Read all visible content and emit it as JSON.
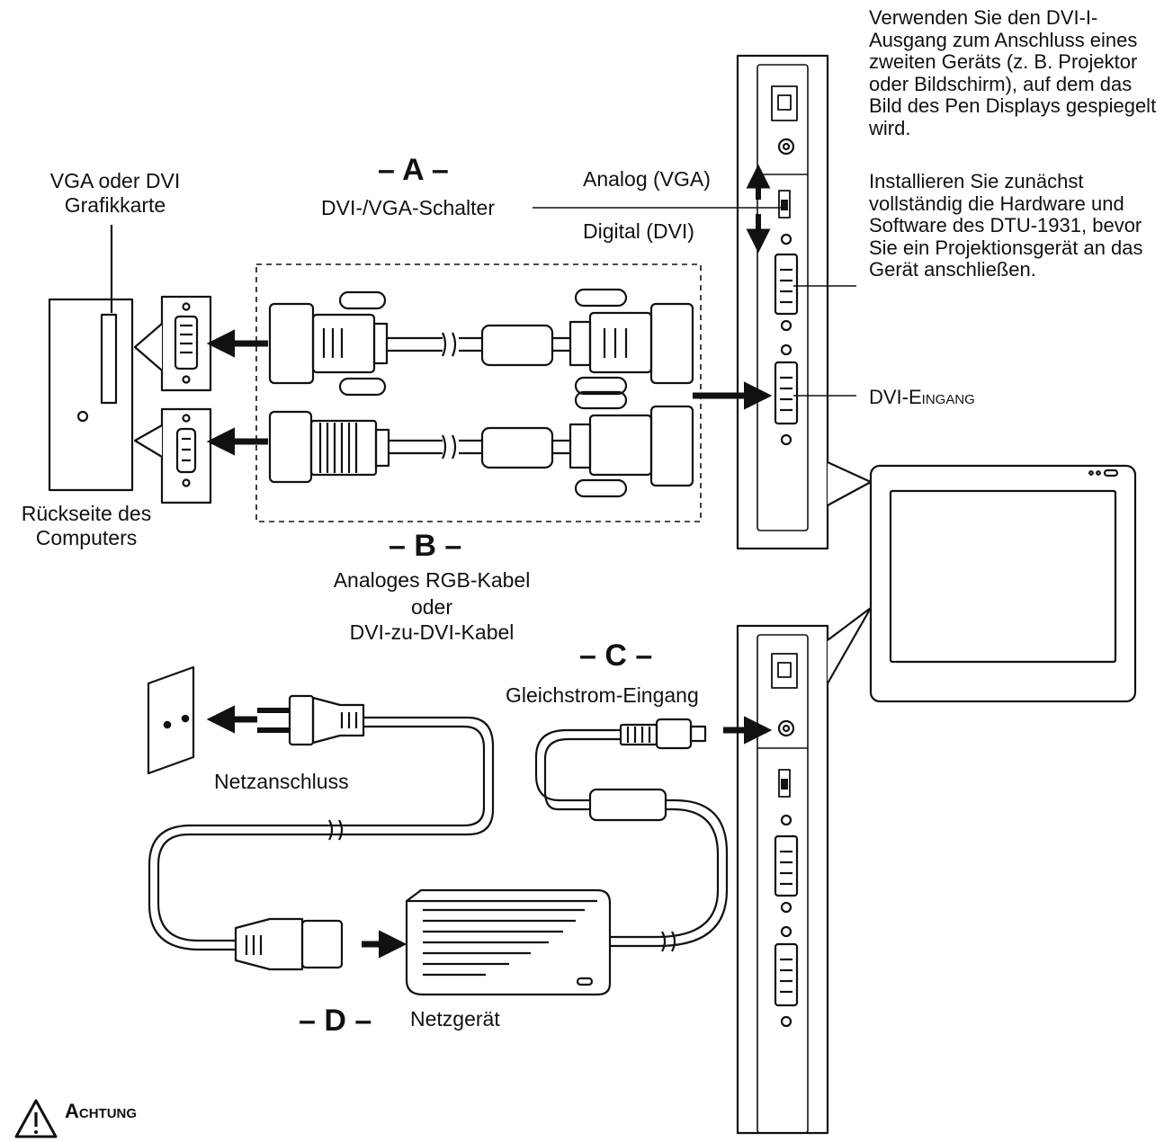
{
  "labels": {
    "section_a": "– A –",
    "section_b": "– B –",
    "section_c": "– C –",
    "section_d": "– D –",
    "vga_dvi_card": "VGA oder DVI Grafikkarte",
    "dvi_vga_switch": "DVI-/VGA-Schalter",
    "analog_vga": "Analog (VGA)",
    "digital_dvi": "Digital (DVI)",
    "computer_back": "Rückseite des Computers",
    "cable_line1": "Analoges RGB-Kabel",
    "cable_line2": "oder",
    "cable_line3": "DVI-zu-DVI-Kabel",
    "dc_input": "Gleichstrom-Eingang",
    "mains_outlet": "Netzanschluss",
    "power_supply": "Netzgerät",
    "dvi_input": "DVI-Eingang",
    "caution": "Achtung"
  },
  "notes": {
    "dvi_output": "Verwenden Sie den DVI-I-Ausgang zum Anschluss eines zweiten Geräts (z. B. Projektor oder Bildschirm), auf dem das Bild des Pen Displays gespiegelt wird.",
    "install_first": "Installieren Sie zunächst vollständig die Hardware und Software des DTU-1931, bevor Sie ein Projektionsgerät an das Gerät anschließen."
  },
  "icons": {
    "warning": "warning-triangle-icon"
  }
}
